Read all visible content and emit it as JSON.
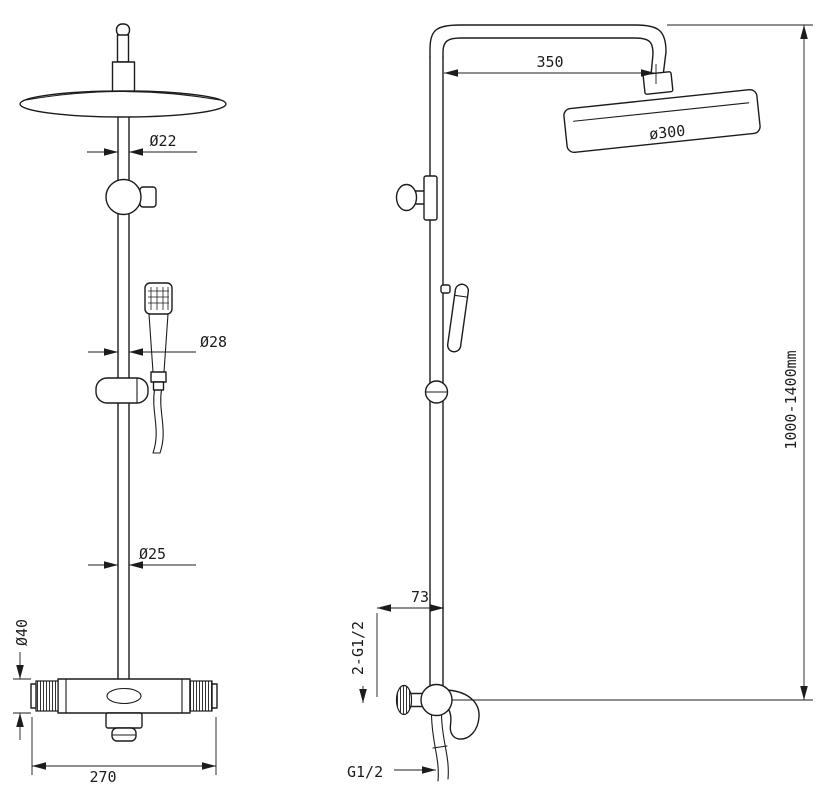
{
  "colors": {
    "line": "#1c1c1c",
    "background": "#ffffff"
  },
  "dims": {
    "pipe_top": "Ø22",
    "handshower": "Ø28",
    "pipe_lower": "Ø25",
    "valve_body": "Ø40",
    "valve_width": "270",
    "arm_length": "350",
    "head_diameter": "ø300",
    "install_height": "1000-1400mm",
    "valve_offset": "73",
    "inlet_thread": "2-G1/2",
    "outlet_thread": "G1/2"
  }
}
